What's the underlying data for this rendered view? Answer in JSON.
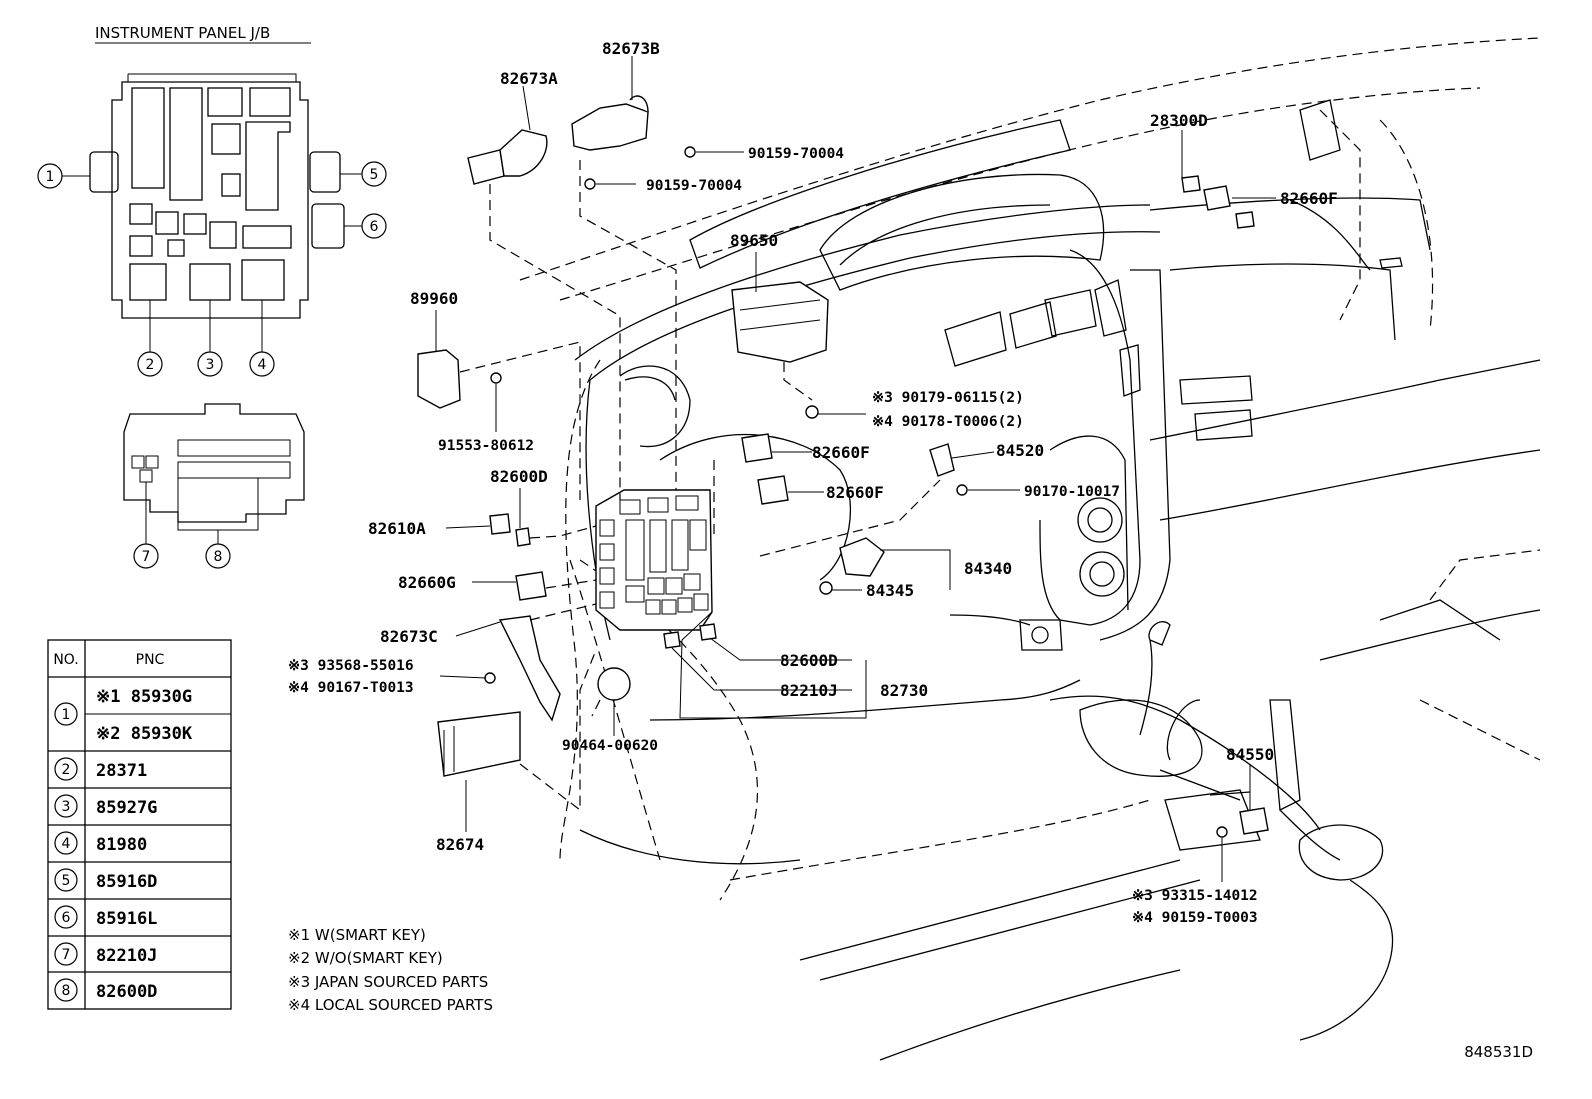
{
  "jb_title": "INSTRUMENT PANEL J/B",
  "callout_numbers": [
    "1",
    "2",
    "3",
    "4",
    "5",
    "6",
    "7",
    "8"
  ],
  "part_labels": {
    "p82673B": "82673B",
    "p82673A": "82673A",
    "p90159_70004_a": "90159-70004",
    "p90159_70004_b": "90159-70004",
    "p28300D": "28300D",
    "p82660F_top": "82660F",
    "p89650": "89650",
    "p89960": "89960",
    "p91553_80612": "91553-80612",
    "p90179": "※3 90179-06115(2)",
    "p90178": "※4 90178-T0006(2)",
    "p84520": "84520",
    "p82660F_a": "82660F",
    "p82660F_b": "82660F",
    "p90170_10017": "90170-10017",
    "p82600D_a": "82600D",
    "p82610A": "82610A",
    "p84340": "84340",
    "p84345": "84345",
    "p82660G": "82660G",
    "p82673C": "82673C",
    "p93568": "※3 93568-55016",
    "p90167": "※4 90167-T0013",
    "p82600D_b": "82600D",
    "p82210J": "82210J",
    "p82730": "82730",
    "p90464": "90464-00620",
    "p82674": "82674",
    "p84550": "84550",
    "p93315": "※3 93315-14012",
    "p90159_T0003": "※4 90159-T0003"
  },
  "table": {
    "header_no": "NO.",
    "header_pnc": "PNC",
    "rows": [
      {
        "no": "1",
        "pnc": "※1 85930G"
      },
      {
        "no": "",
        "pnc": "※2 85930K"
      },
      {
        "no": "2",
        "pnc": "28371"
      },
      {
        "no": "3",
        "pnc": "85927G"
      },
      {
        "no": "4",
        "pnc": "81980"
      },
      {
        "no": "5",
        "pnc": "85916D"
      },
      {
        "no": "6",
        "pnc": "85916L"
      },
      {
        "no": "7",
        "pnc": "82210J"
      },
      {
        "no": "8",
        "pnc": "82600D"
      }
    ]
  },
  "notes": [
    "※1 W(SMART KEY)",
    "※2 W/O(SMART KEY)",
    "※3 JAPAN SOURCED PARTS",
    "※4 LOCAL SOURCED PARTS"
  ],
  "drawing_id": "848531D"
}
